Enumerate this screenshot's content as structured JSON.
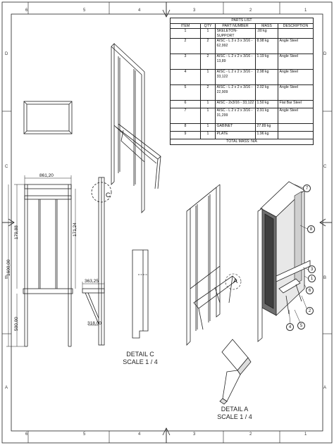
{
  "zones": {
    "top": [
      "6",
      "5",
      "4",
      "3",
      "2",
      "1"
    ],
    "bottom": [
      "6",
      "5",
      "4",
      "3",
      "2",
      "1"
    ],
    "left": [
      "D",
      "C",
      "B",
      "A"
    ],
    "right": [
      "D",
      "C",
      "B",
      "A"
    ]
  },
  "parts_list": {
    "title": "PARTS LIST",
    "headers": [
      "ITEM",
      "QTY",
      "PART NUMBER",
      "MASS",
      "DESCRIPTION"
    ],
    "rows": [
      {
        "item": "1",
        "qty": "1",
        "part": "SKELETON-SUPPORT",
        "mass": ".00 kg",
        "desc": ""
      },
      {
        "item": "2",
        "qty": "2",
        "part": "AISC - L 3 x 3 x 3/16 - 62,992",
        "mass": "8.98 kg",
        "desc": "Angle Steel"
      },
      {
        "item": "3",
        "qty": "2",
        "part": "AISC - L 2 x 2 x 3/16 - 13,89",
        "mass": "1.19 kg",
        "desc": "Angle Steel"
      },
      {
        "item": "4",
        "qty": "1",
        "part": "AISC - L 2 x 2 x 3/16 - 33,122",
        "mass": "2.98 kg",
        "desc": "Angle Steel"
      },
      {
        "item": "5",
        "qty": "2",
        "part": "AISC - L 2 x 2 x 3/16 - 22,909",
        "mass": "2.02 kg",
        "desc": "Angle Steel"
      },
      {
        "item": "6",
        "qty": "1",
        "part": "AISC - 2x3/16 - 33,122",
        "mass": "1.50 kg",
        "desc": "Flat Bar Steel"
      },
      {
        "item": "7",
        "qty": "1",
        "part": "AISC - L 2 x 2 x 3/16 - 31,299",
        "mass": "2.91 kg",
        "desc": "Angle Steel"
      },
      {
        "item": "8",
        "qty": "1",
        "part": "GABINET",
        "mass": "27.89 kg",
        "desc": ""
      },
      {
        "item": "9",
        "qty": "1",
        "part": "PLATE",
        "mass": "1.96 kg",
        "desc": ""
      }
    ],
    "total": "TOTAL MASS: N/A"
  },
  "dimensions": {
    "width_top": "861,20",
    "upper_height": "179,88",
    "upper_inner": "171,24",
    "overall_height": "1600,00",
    "lower_height": "500,00",
    "detail_depth": "363,25",
    "detail_small": "318,00"
  },
  "callouts": {
    "detail_c": "C",
    "detail_a": "A"
  },
  "balloons": [
    "7",
    "8",
    "3",
    "1",
    "6",
    "2",
    "4",
    "5"
  ],
  "captions": {
    "detail_c_title": "DETAIL C",
    "detail_c_scale": "SCALE 1 / 4",
    "detail_a_title": "DETAIL A",
    "detail_a_scale": "SCALE 1 / 4"
  }
}
